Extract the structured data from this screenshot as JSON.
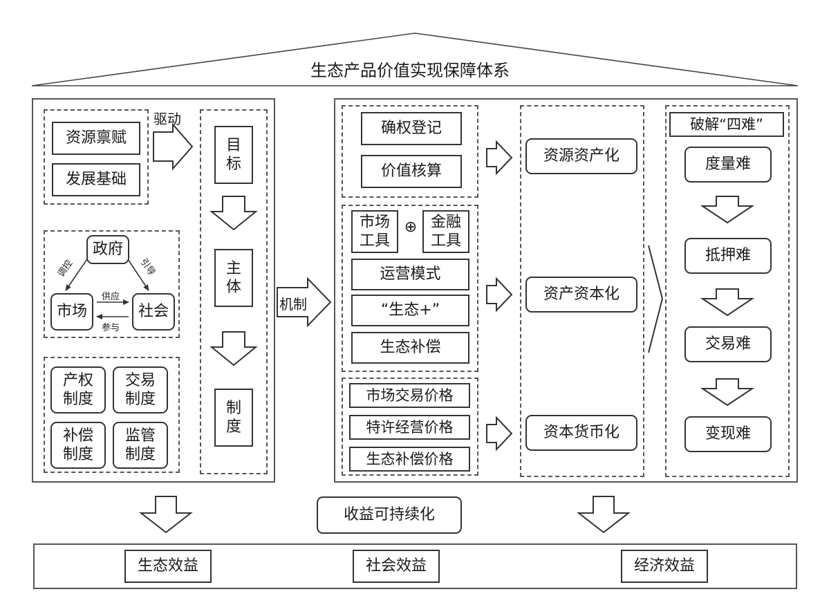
{
  "title": "生态产品价值实现保障体系",
  "left": {
    "drive_label": "驱动",
    "foundation": [
      "资源禀赋",
      "发展基础"
    ],
    "actors": {
      "government": "政府",
      "market": "市场",
      "society": "社会",
      "regulate": "调控",
      "guide": "引导",
      "supply": "供应",
      "participate": "参与"
    },
    "systems": [
      [
        "产权",
        "制度"
      ],
      [
        "交易",
        "制度"
      ],
      [
        "补偿",
        "制度"
      ],
      [
        "监管",
        "制度"
      ]
    ],
    "column": [
      [
        "目",
        "标"
      ],
      [
        "主",
        "体"
      ],
      [
        "制",
        "度"
      ]
    ]
  },
  "mechanism_label": "机制",
  "right": {
    "group1": [
      "确权登记",
      "价值核算"
    ],
    "group2": {
      "market_tools": [
        "市场",
        "工具"
      ],
      "finance_tools": [
        "金融",
        "工具"
      ],
      "items": [
        "运营模式",
        "“生态+”",
        "生态补偿"
      ]
    },
    "group3": [
      "市场交易价格",
      "特许经营价格",
      "生态补偿价格"
    ],
    "stages": [
      "资源资产化",
      "资产资本化",
      "资本货币化"
    ],
    "difficulties_header": "破解“四难”",
    "difficulties": [
      "度量难",
      "抵押难",
      "交易难",
      "变现难"
    ]
  },
  "sustainable": "收益可持续化",
  "benefits": [
    "生态效益",
    "社会效益",
    "经济效益"
  ]
}
